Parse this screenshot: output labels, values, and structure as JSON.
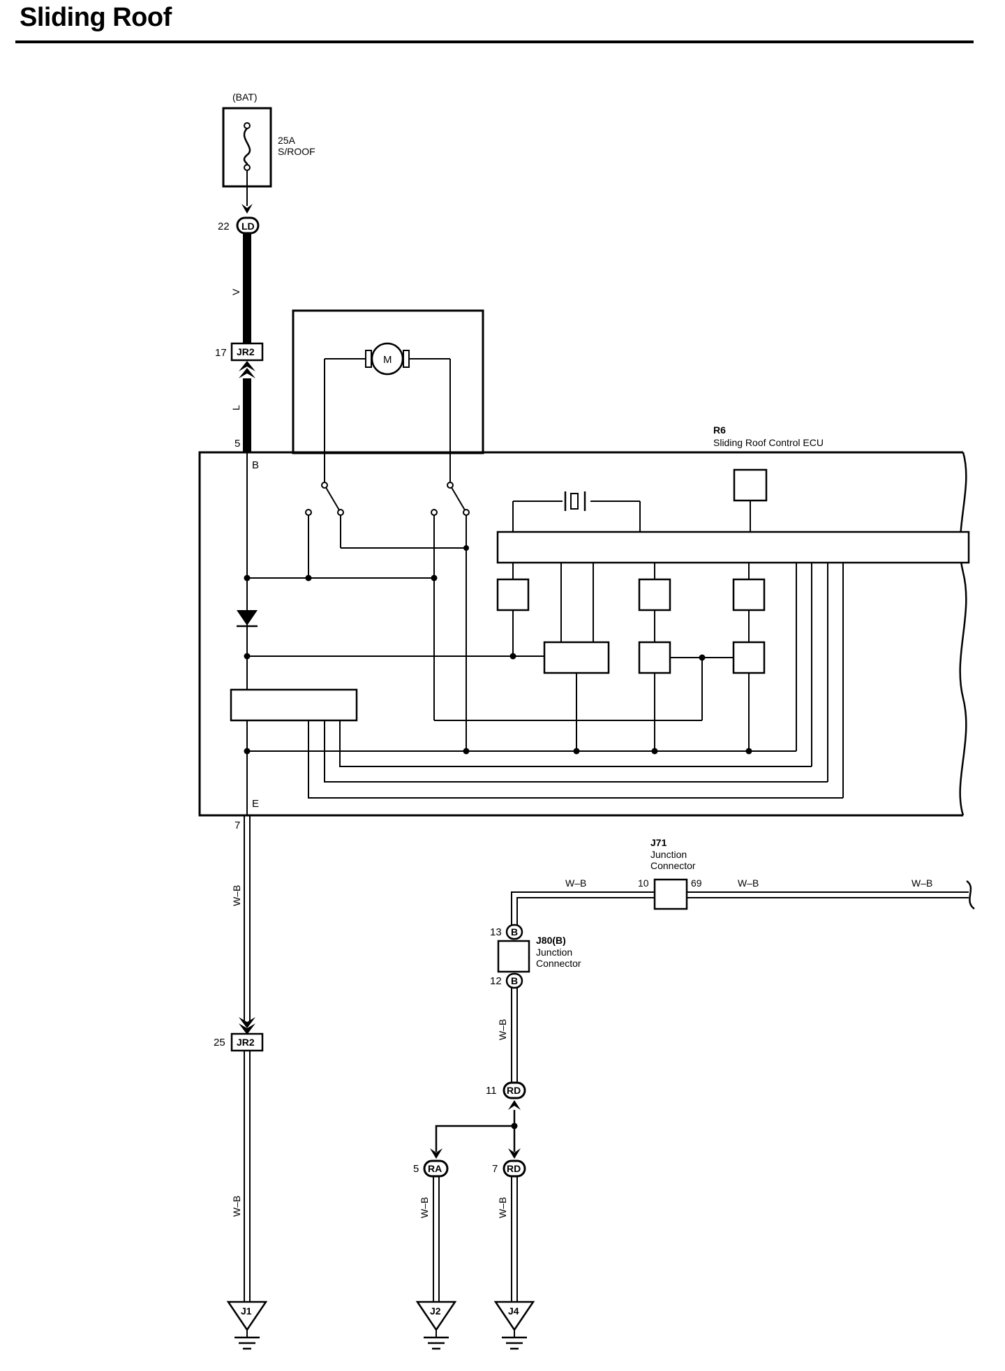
{
  "page": {
    "title": "Sliding Roof"
  },
  "power": {
    "source": "(BAT)",
    "fuse_rating": "25A",
    "fuse_name": "S/ROOF"
  },
  "connectors": {
    "ld": {
      "pin": "22",
      "code": "LD"
    },
    "jr2_top": {
      "pin": "17",
      "code": "JR2"
    },
    "jr2_bottom": {
      "pin": "25",
      "code": "JR2"
    },
    "ecu_pin_b": {
      "pin": "5",
      "terminal": "B"
    },
    "ecu_pin_e": {
      "pin": "7",
      "terminal": "E"
    },
    "j80_top": {
      "pin": "13",
      "code": "B"
    },
    "j80_bottom": {
      "pin": "12",
      "code": "B"
    },
    "rd_top": {
      "pin": "11",
      "code": "RD"
    },
    "ra": {
      "pin": "5",
      "code": "RA"
    },
    "rd_bottom": {
      "pin": "7",
      "code": "RD"
    },
    "j71_left_pin": "10",
    "j71_right_pin": "69"
  },
  "components": {
    "motor": {
      "symbol": "M"
    },
    "ecu": {
      "id": "R6",
      "name": "Sliding Roof Control ECU"
    },
    "j71": {
      "id": "J71",
      "line1": "Junction",
      "line2": "Connector"
    },
    "j80": {
      "id": "J80(B)",
      "line1": "Junction",
      "line2": "Connector"
    }
  },
  "wires": {
    "violet": "V",
    "blue": "L",
    "wb": "W–B"
  },
  "grounds": {
    "j1": "J1",
    "j2": "J2",
    "j4": "J4"
  }
}
